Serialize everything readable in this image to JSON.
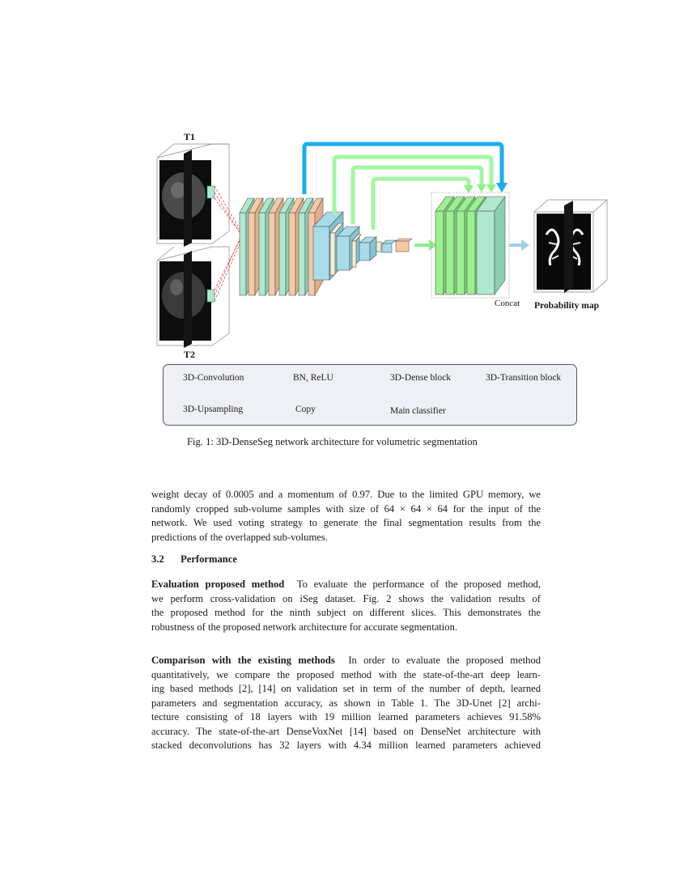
{
  "figure": {
    "input_labels": {
      "t1": "T1",
      "t2": "T2"
    },
    "concat_label": "Concat",
    "output_label": "Probability map",
    "legend": {
      "conv": "3D-Convolution",
      "bn": "BN, ReLU",
      "dense": "3D-Dense block",
      "transition": "3D-Transition block",
      "upsampling": "3D-Upsampling",
      "copy": "Copy",
      "classifier": "Main classifier"
    },
    "caption": "Fig. 1: 3D-DenseSeg network architecture for volumetric segmentation",
    "colors": {
      "conv": "#aee8cf",
      "bn": "#f6c9a7",
      "dense": "#a8dce8",
      "transition": "#f3eed2",
      "upsample": "#8ef088",
      "copy": "#19aef0",
      "classifier": "#9ccfe6"
    }
  },
  "paragraph1": {
    "lines": [
      "weight decay of 0.0005 and a momentum of 0.97. Due to the limited GPU memory, we",
      "randomly cropped sub-volume samples with size of 64 × 64 × 64 for the input of the",
      "network. We used voting strategy to generate the final segmentation results from the",
      "predictions of the overlapped sub-volumes."
    ]
  },
  "section": {
    "number": "3.2",
    "title": "Performance"
  },
  "paragraph2": {
    "runin": "Evaluation proposed method",
    "first_rest": "To evaluate the performance of the proposed method,",
    "lines": [
      "we perform cross-validation on iSeg dataset. Fig. 2 shows the validation results of",
      "the proposed method for the ninth subject on different slices. This demonstrates the",
      "robustness of the proposed network architecture for accurate segmentation."
    ]
  },
  "paragraph3": {
    "runin": "Comparison with the existing methods",
    "first_rest": "In order to evaluate the proposed method",
    "lines": [
      "quantitatively, we compare the proposed method with the state-of-the-art deep learn-",
      "ing based methods [2], [14] on validation set in term of the number of depth, learned",
      "parameters and segmentation accuracy, as shown in Table  1. The 3D-Unet [2] archi-",
      "tecture consisting of 18 layers with 19 million learned parameters achieves 91.58%",
      "accuracy. The state-of-the-art DenseVoxNet [14] based on DenseNet architecture with",
      "stacked deconvolutions has 32 layers with 4.34 million learned parameters achieved"
    ]
  }
}
